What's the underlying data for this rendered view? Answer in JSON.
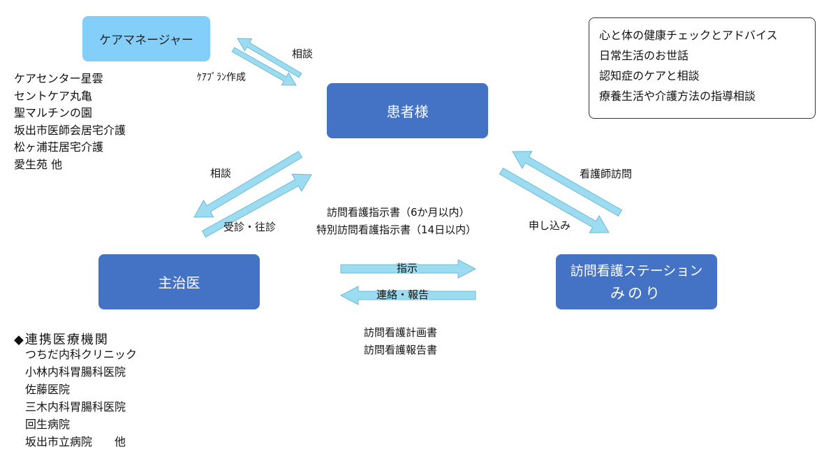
{
  "nodes": {
    "care_manager": "ケアマネージャー",
    "patient": "患者様",
    "doctor": "主治医",
    "station_line1": "訪問看護ステーション",
    "station_line2": "みのり"
  },
  "care_manager_list": [
    "ケアセンター星雲",
    "セントケア丸亀",
    "聖マルチンの園",
    "坂出市医師会居宅介護",
    "松ヶ浦荘居宅介護",
    "愛生苑 他"
  ],
  "services": [
    "心と体の健康チェックとアドバイス",
    "日常生活のお世話",
    "認知症のケアと相談",
    "療養生活や介護方法の指導相談"
  ],
  "partner_institutions": {
    "title": "◆連携医療機関",
    "items": [
      "つちだ内科クリニック",
      "小林内科胃腸科医院",
      "佐藤医院",
      "三木内科胃腸科医院",
      "回生病院",
      "坂出市立病院　　他"
    ]
  },
  "edge_labels": {
    "cm_consult": "相談",
    "care_plan": "ｹｱﾌﾟﾗﾝ作成",
    "doc_consult": "相談",
    "visit_exam": "受診・往診",
    "nurse_visit": "看護師訪問",
    "apply": "申し込み",
    "instruction_doc_1": "訪問看護指示書（6か月以内）",
    "instruction_doc_2": "特別訪問看護指示書（14日以内）",
    "instruct": "指示",
    "contact_report": "連絡・報告",
    "plan_doc": "訪問看護計画書",
    "report_doc": "訪問看護報告書"
  },
  "colors": {
    "node_dark": "#4472C4",
    "node_light": "#84CEFA",
    "arrow_fill": "#9CDCF0",
    "arrow_stroke": "#6FB8D8"
  }
}
